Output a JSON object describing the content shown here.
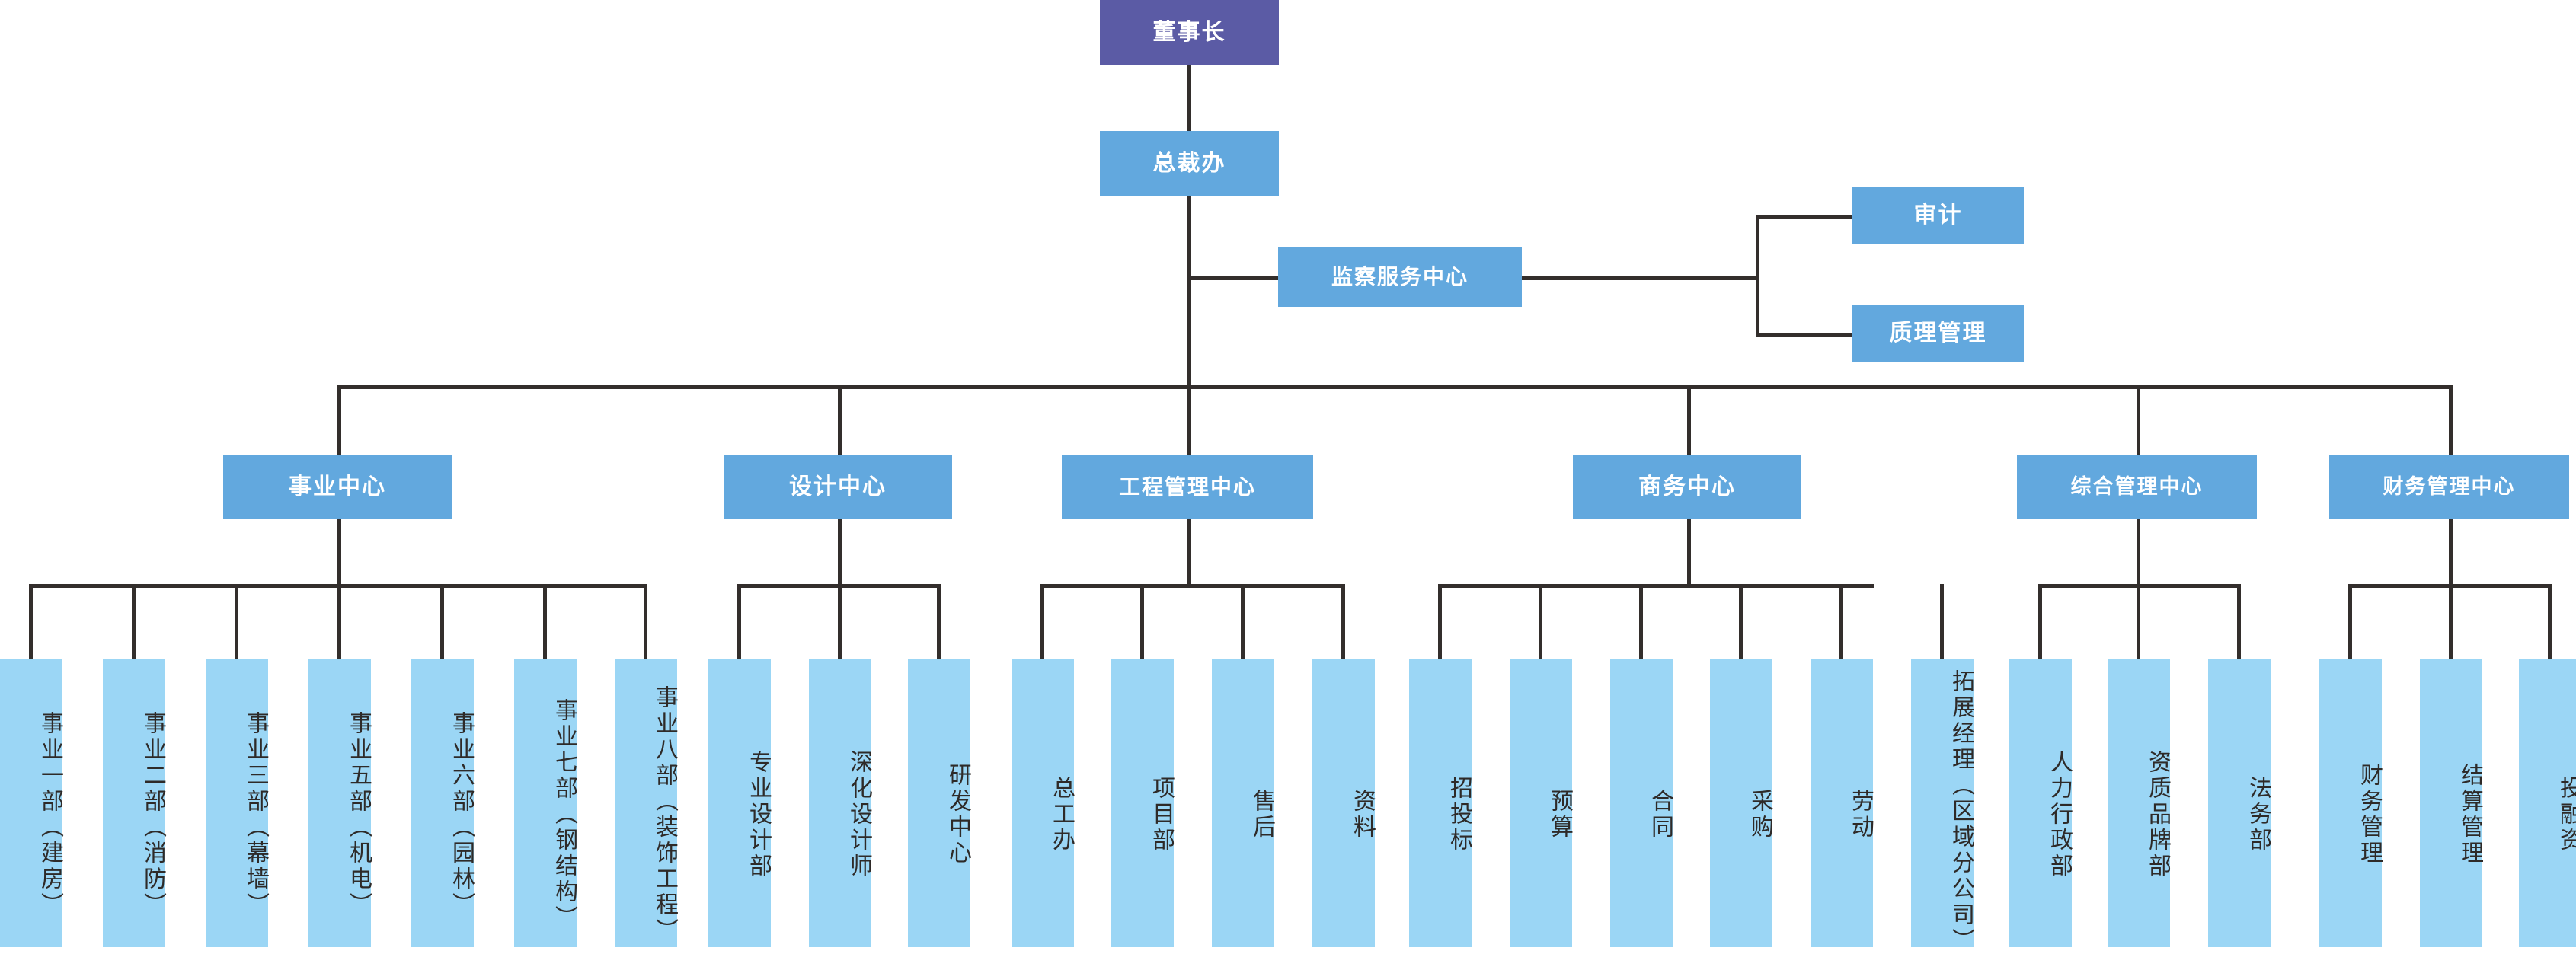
{
  "chart_title": "",
  "colors": {
    "root_box": "#5B5BA5",
    "level_box": "#62A8DE",
    "leaf_box": "#9BD6F5",
    "connector": "#332E2C",
    "background": "#FFFFFF",
    "level_text": "#FFFFFF",
    "leaf_text": "#2E2A28"
  },
  "org": {
    "root": {
      "label": "董事长"
    },
    "president_office": {
      "label": "总裁办"
    },
    "inspection": {
      "label": "监察服务中心",
      "children": [
        {
          "label": "审计"
        },
        {
          "label": "质理管理"
        }
      ]
    },
    "divisions": [
      {
        "label": "事业中心",
        "children": [
          {
            "label": "事业一部（建房）"
          },
          {
            "label": "事业二部（消防）"
          },
          {
            "label": "事业三部（幕墙）"
          },
          {
            "label": "事业五部（机电）"
          },
          {
            "label": "事业六部（园林）"
          },
          {
            "label": "事业七部（钢结构）"
          },
          {
            "label": "事业八部（装饰工程）"
          }
        ]
      },
      {
        "label": "设计中心",
        "children": [
          {
            "label": "专业设计部"
          },
          {
            "label": "深化设计师"
          },
          {
            "label": "研发中心"
          }
        ]
      },
      {
        "label": "工程管理中心",
        "children": [
          {
            "label": "总工办"
          },
          {
            "label": "项目部"
          },
          {
            "label": "售后"
          },
          {
            "label": "资料"
          }
        ]
      },
      {
        "label": "商务中心",
        "children": [
          {
            "label": "招投标"
          },
          {
            "label": "预算"
          },
          {
            "label": "合同"
          },
          {
            "label": "采购"
          },
          {
            "label": "劳动"
          },
          {
            "label": "拓展经理（区域分公司）"
          }
        ]
      },
      {
        "label": "综合管理中心",
        "children": [
          {
            "label": "人力行政部"
          },
          {
            "label": "资质品牌部"
          },
          {
            "label": "法务部"
          }
        ]
      },
      {
        "label": "财务管理中心",
        "children": [
          {
            "label": "财务管理"
          },
          {
            "label": "结算管理"
          },
          {
            "label": "投融资"
          }
        ]
      }
    ]
  }
}
